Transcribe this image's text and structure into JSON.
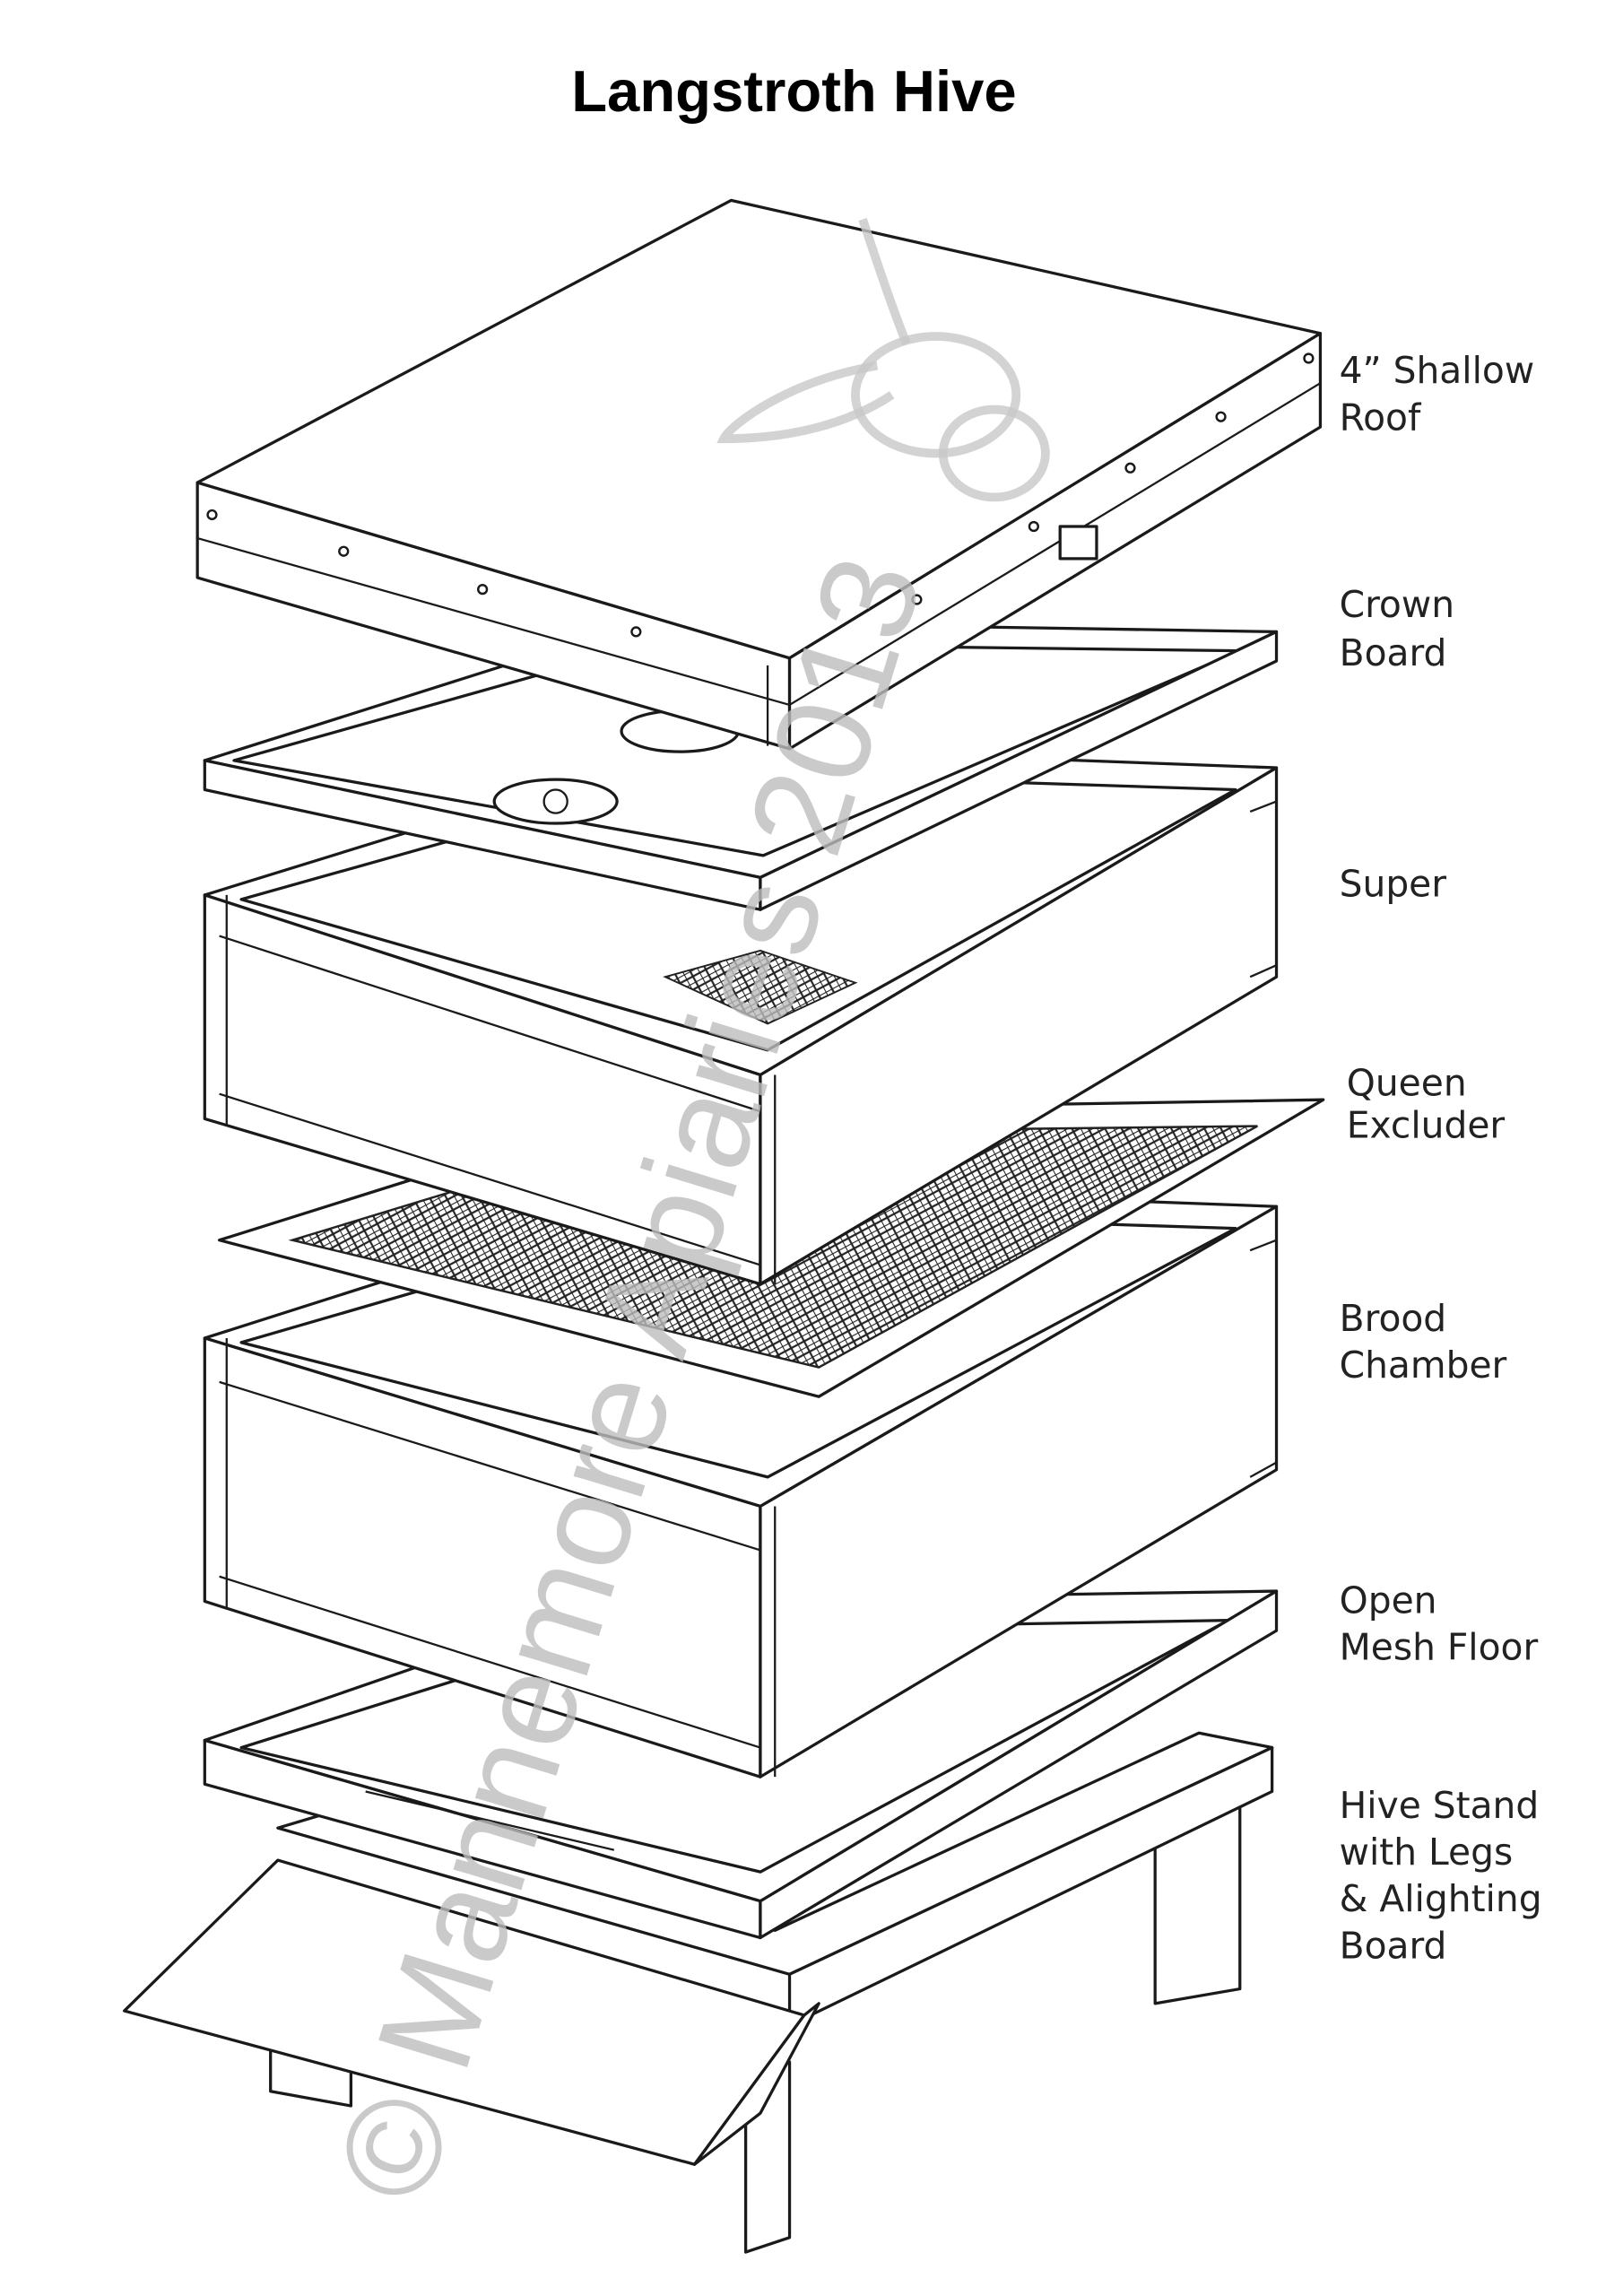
{
  "title": "Langstroth Hive",
  "watermark": "© Mannemore Apiaries 2013",
  "labels": [
    {
      "id": "roof",
      "lines": [
        "4” Shallow",
        "Roof"
      ]
    },
    {
      "id": "crown-board",
      "lines": [
        "Crown",
        "Board"
      ]
    },
    {
      "id": "super",
      "lines": [
        "Super"
      ]
    },
    {
      "id": "queen-excluder",
      "lines": [
        "Queen",
        "Excluder"
      ]
    },
    {
      "id": "brood-chamber",
      "lines": [
        "Brood",
        "Chamber"
      ]
    },
    {
      "id": "open-mesh-floor",
      "lines": [
        "Open",
        "Mesh Floor"
      ]
    },
    {
      "id": "hive-stand",
      "lines": [
        "Hive Stand",
        "with Legs",
        "& Alighting",
        "Board"
      ]
    }
  ]
}
